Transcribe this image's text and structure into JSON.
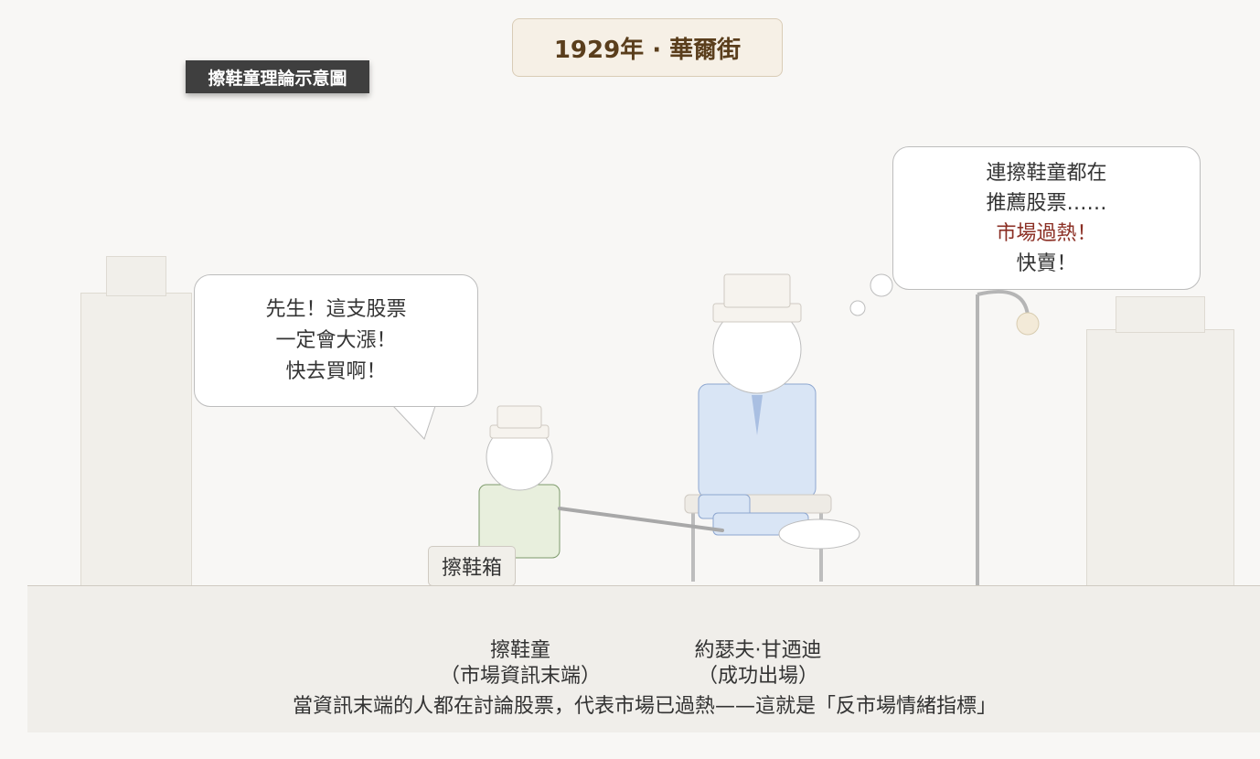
{
  "header": {
    "title": "1929年 · 華爾街"
  },
  "diagram_label": "擦鞋童理論示意圖",
  "shoeshine_bubble": {
    "lines": [
      "先生！這支股票",
      "一定會大漲！",
      "快去買啊！"
    ]
  },
  "kennedy_thought": {
    "line1": "連擦鞋童都在",
    "line2": "推薦股票……",
    "line3_highlight": "市場過熱！",
    "line4": "快賣！"
  },
  "box_label": "擦鞋箱",
  "characters": {
    "shoeshine_boy": {
      "name": "擦鞋童",
      "role": "（市場資訊末端）"
    },
    "kennedy": {
      "name": "約瑟夫·甘迺迪",
      "role": "（成功出場）"
    }
  },
  "footer_caption": "當資訊末端的人都在討論股票，代表市場已過熱——這就是「反市場情緒指標」",
  "colors": {
    "boy_shirt": "#e8efdd",
    "kennedy_suit": "#d9e5f5",
    "title_text": "#5a3e1c",
    "highlight_text": "#8b2f24"
  }
}
